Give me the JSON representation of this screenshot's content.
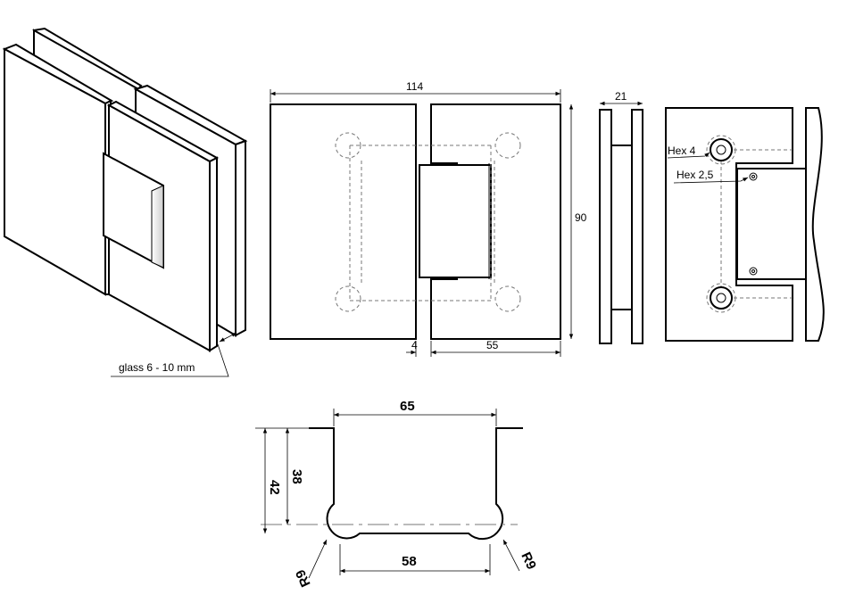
{
  "iso_view": {
    "glass_label": "glass 6 - 10 mm"
  },
  "front_view": {
    "width_label": "114",
    "height_label": "90",
    "gap_label": "4",
    "plate_width_label": "55"
  },
  "side_view": {
    "thickness_label": "21"
  },
  "mount_view": {
    "hex_large_label": "Hex 4",
    "hex_small_label": "Hex 2,5"
  },
  "cutout_view": {
    "width_label": "65",
    "height_outer_label": "42",
    "height_inner_label": "38",
    "bottom_label": "58",
    "radius_left_label": "R9",
    "radius_right_label": "R9"
  }
}
